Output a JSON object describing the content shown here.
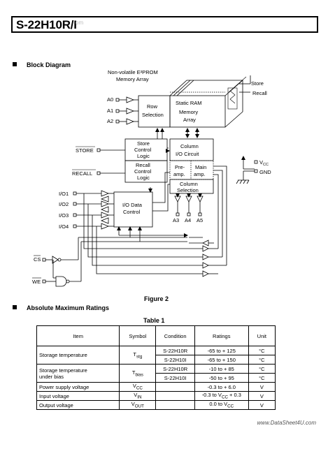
{
  "header": {
    "title": "S-22H10R/I",
    "faint": "om"
  },
  "section1": {
    "title": "Block Diagram"
  },
  "diagram": {
    "eeprom_label_1": "Non-volatile E²PROM",
    "eeprom_label_2": "Memory Array",
    "store_out": "Store",
    "recall_out": "Recall",
    "a0": "A0",
    "a1": "A1",
    "a2": "A2",
    "row_sel_1": "Row",
    "row_sel_2": "Selection",
    "sram_1": "Static RAM",
    "sram_2": "Memory",
    "sram_3": "Array",
    "scl_1": "Store",
    "scl_2": "Control",
    "scl_3": "Logic",
    "rcl_1": "Recall",
    "rcl_2": "Control",
    "rcl_3": "Logic",
    "col_io_1": "Column",
    "col_io_2": "I/O Circuit",
    "preamp_1": "Pre-",
    "preamp_2": "amp.",
    "mainamp_1": "Main",
    "mainamp_2": "amp.",
    "col_sel_1": "Column",
    "col_sel_2": "Selection",
    "store_in": "STORE",
    "recall_in": "RECALL",
    "vcc": "V",
    "vcc_sub": "CC",
    "gnd": "GND",
    "io1": "I/O1",
    "io2": "I/O2",
    "io3": "I/O3",
    "io4": "I/O4",
    "iodc_1": "I/O Data",
    "iodc_2": "Control",
    "a3": "A3",
    "a4": "A4",
    "a5": "A5",
    "cs": "CS",
    "we": "WE"
  },
  "figure_caption": "Figure 2",
  "section2": {
    "title": "Absolute Maximum Ratings"
  },
  "table_caption": "Table 1",
  "table": {
    "headers": [
      "Item",
      "Symbol",
      "Condition",
      "Ratings",
      "Unit"
    ],
    "r1_item": "Storage temperature",
    "r1_sym": "T",
    "r1_sym_sub": "stg",
    "r1_cond_a": "S-22H10R",
    "r1_rat_a": "-65 to + 125",
    "r1_unit_a": "°C",
    "r1_cond_b": "S-22H10I",
    "r1_rat_b": "-65 to + 150",
    "r1_unit_b": "°C",
    "r2_item_1": "Storage temperature",
    "r2_item_2": "under bias",
    "r2_sym": "T",
    "r2_sym_sub": "bias",
    "r2_cond_a": "S-22H10R",
    "r2_rat_a": "-10 to + 85",
    "r2_unit_a": "°C",
    "r2_cond_b": "S-22H10I",
    "r2_rat_b": "-50 to + 95",
    "r2_unit_b": "°C",
    "r3_item": "Power supply voltage",
    "r3_sym": "V",
    "r3_sym_sub": "CC",
    "r3_rat": "-0.3 to + 6.0",
    "r3_unit": "V",
    "r4_item": "Input voltage",
    "r4_sym": "V",
    "r4_sym_sub": "IN",
    "r4_rat_pre": "-0.3 to V",
    "r4_rat_sub": "CC",
    "r4_rat_post": " + 0.3",
    "r4_unit": "V",
    "r5_item": "Output voltage",
    "r5_sym": "V",
    "r5_sym_sub": "OUT",
    "r5_rat_pre": "0.0 to V",
    "r5_rat_sub": "CC",
    "r5_unit": "V"
  },
  "watermark": "www.DataSheet4U.com"
}
